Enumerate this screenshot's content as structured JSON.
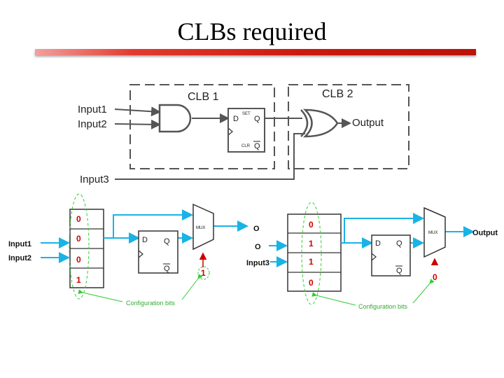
{
  "title": "CLBs required",
  "top_diagram": {
    "clb1": "CLB 1",
    "clb2": "CLB 2",
    "input1": "Input1",
    "input2": "Input2",
    "input3": "Input3",
    "output": "Output",
    "ff_d": "D",
    "ff_q": "Q",
    "ff_qbar": "Q",
    "ff_set": "SET",
    "ff_clr": "CLR"
  },
  "left_clb": {
    "config_bits": [
      "0",
      "0",
      "0",
      "1"
    ],
    "mux_select": "1",
    "input1": "Input1",
    "input2": "Input2",
    "mux_label": "MUX",
    "ff_d": "D",
    "ff_q": "Q",
    "ff_qbar": "Q",
    "config_label": "Configuration bits"
  },
  "right_clb": {
    "config_bits": [
      "0",
      "1",
      "1",
      "0"
    ],
    "mux_select": "0",
    "feed_o1": "O",
    "feed_o2": "O",
    "input3": "Input3",
    "mux_label": "MUX",
    "output": "Output",
    "ff_d": "D",
    "ff_q": "Q",
    "ff_qbar": "Q",
    "config_label": "Configuration bits"
  },
  "colors": {
    "wire": "#555555",
    "signal_wire": "#19b3e6",
    "config_wire": "#33cc33",
    "bit_text": "#cc0000"
  }
}
